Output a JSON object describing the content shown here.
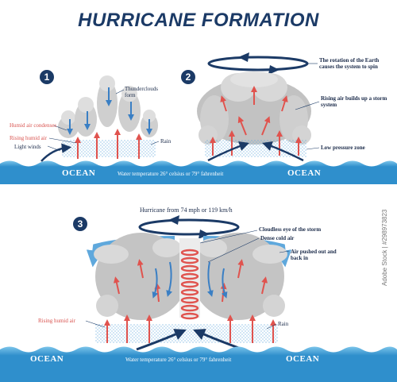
{
  "title": "HURRICANE FORMATION",
  "colors": {
    "ocean": "#2f8fcc",
    "ocean_light": "#7cc5ea",
    "navy": "#1b3a66",
    "red_arrow": "#e0534e",
    "blue_arrow": "#3a7fc4",
    "cloud": "#c9c9c9",
    "label_red": "#d9534f"
  },
  "stage1": {
    "number": "1",
    "labels": {
      "thunderclouds": "Thunderclouds form",
      "humid_condenses": "Humid air condenses",
      "rising_humid": "Rising humid air",
      "light_winds": "Light winds",
      "rain": "Rain",
      "ocean": "OCEAN"
    }
  },
  "stage2": {
    "number": "2",
    "labels": {
      "rotation": "The rotation of the Earth causes the system to spin",
      "rising_builds": "Rising air builds up a storm system",
      "low_pressure": "Low pressure zone",
      "ocean": "OCEAN"
    }
  },
  "water_temp": "Water temperature 26° celsius or 79° fahrenheit",
  "stage3": {
    "number": "3",
    "labels": {
      "hurricane_speed": "Hurricane from 74 mph or 119 km/h",
      "cloudless_eye": "Cloudless eye of the storm",
      "dense_cold": "Dense cold air",
      "pushed_out": "Air pushed out and back in",
      "rising_humid": "Rising humid air",
      "rain": "Rain",
      "ocean_left": "OCEAN",
      "ocean_right": "OCEAN",
      "water_temp": "Water temperature 26° celsius or 79° fahrenheit"
    }
  },
  "watermark": "Adobe Stock | #298973823"
}
